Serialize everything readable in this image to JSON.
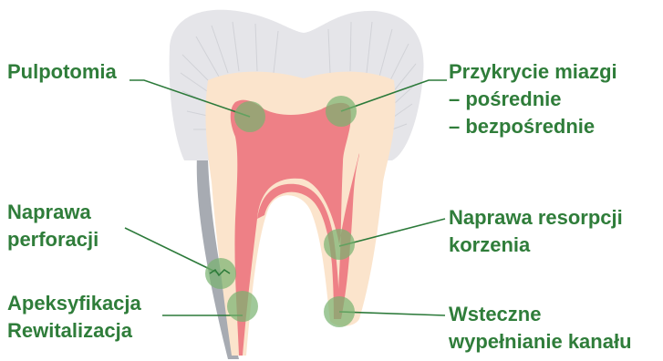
{
  "colors": {
    "label_green": "#2f7d3a",
    "leader_line": "#2c7a3a",
    "marker_fill": "#78b26f",
    "pulp": "#ee8086",
    "dentin": "#fbe4cc",
    "enamel": "#e5e5e9",
    "root_outline": "#a7abb2"
  },
  "labels": {
    "pulpotomia": "Pulpotomia",
    "przykrycie": {
      "title": "Przykrycie miazgi",
      "line1": "– pośrednie",
      "line2": "– bezpośrednie"
    },
    "naprawa_perforacji": {
      "line1": "Naprawa",
      "line2": "perforacji"
    },
    "naprawa_resorpcji": {
      "line1": "Naprawa resorpcji",
      "line2": "korzenia"
    },
    "apeksyfikacja": {
      "line1": "Apeksyfikacja",
      "line2": "Rewitalizacja"
    },
    "wsteczne": {
      "line1": "Wsteczne",
      "line2": "wypełnianie kanału"
    }
  }
}
